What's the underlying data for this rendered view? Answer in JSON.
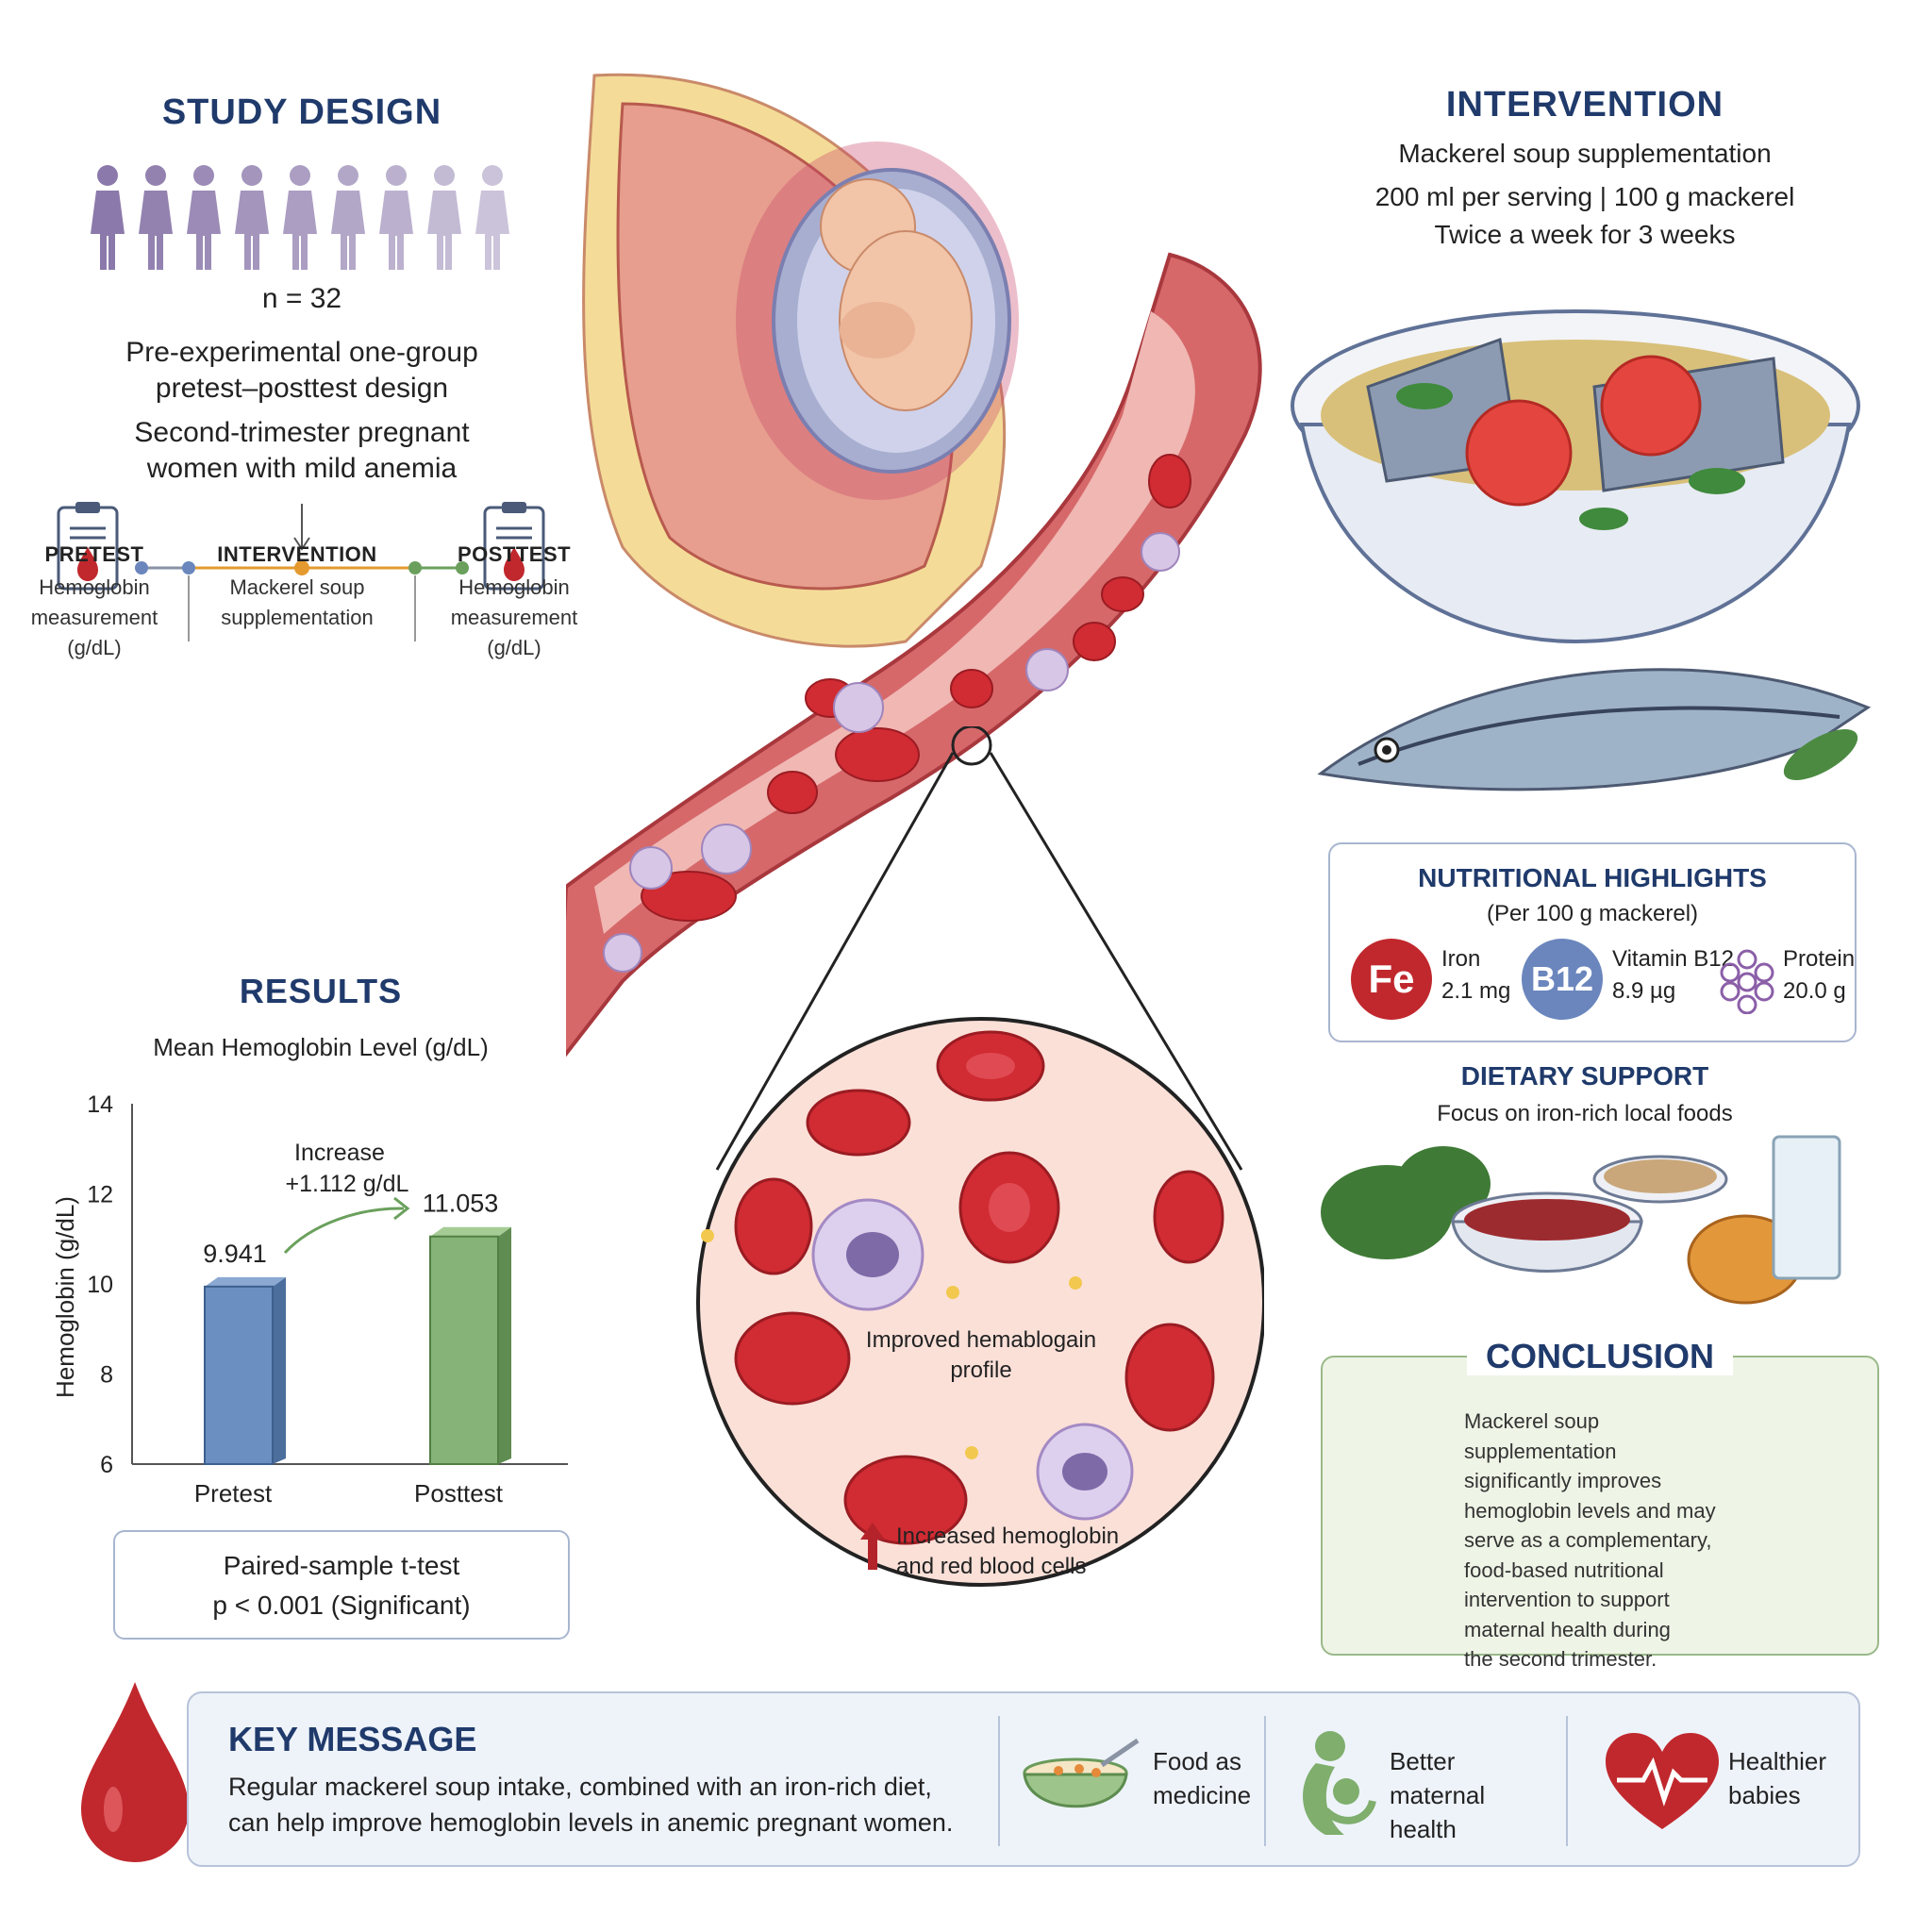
{
  "study_design": {
    "title": "STUDY DESIGN",
    "n": "n = 32",
    "design_line1": "Pre-experimental one-group",
    "design_line2": "pretest–posttest design",
    "population_line1": "Second-trimester pregnant",
    "population_line2": "women with mild anemia",
    "stages": [
      {
        "label": "PRETEST",
        "line1": "Hemoglobin",
        "line2": "measurement",
        "line3": "(g/dL)"
      },
      {
        "label": "INTERVENTION",
        "line1": "Mackerel soup",
        "line2": "supplementation"
      },
      {
        "label": "POSTTEST",
        "line1": "Hemoglobin",
        "line2": "measurement",
        "line3": "(g/dL)"
      }
    ]
  },
  "intervention": {
    "title": "INTERVENTION",
    "line1": "Mackerel soup supplementation",
    "line2": "200 ml per serving | 100 g mackerel",
    "line3": "Twice a week for 3 weeks"
  },
  "nutritional": {
    "title": "NUTRITIONAL HIGHLIGHTS",
    "subtitle": "(Per 100 g mackerel)",
    "items": [
      {
        "badge": "Fe",
        "name": "Iron",
        "value": "2.1 mg",
        "color": "#c0282d"
      },
      {
        "badge": "B12",
        "name": "Vitamin B12",
        "value": "8.9 µg",
        "color": "#6b86bd"
      },
      {
        "badge": "",
        "name": "Protein",
        "value": "20.0 g",
        "color": "#8b5fa8"
      }
    ]
  },
  "dietary": {
    "title": "DIETARY SUPPORT",
    "subtitle": "Focus on iron-rich local foods"
  },
  "conclusion": {
    "title": "CONCLUSION",
    "lines": [
      "Mackerel soup supplementation",
      "significantly improves",
      "hemoglobin levels and may",
      "serve as a complementary,",
      "food-based nutritional",
      "intervention to support",
      "maternal health during",
      "the second trimester."
    ]
  },
  "results": {
    "title": "RESULTS",
    "subtitle": "Mean Hemoglobin Level (g/dL)",
    "ttest_line1": "Paired-sample t-test",
    "ttest_line2": "p < 0.001 (Significant)"
  },
  "chart_data": {
    "type": "bar",
    "categories": [
      "Pretest",
      "Posttest"
    ],
    "values": [
      9.941,
      11.053
    ],
    "value_labels": [
      "9.941",
      "11.053"
    ],
    "ylabel": "Hemoglobin (g/dL)",
    "ylim": [
      6,
      14
    ],
    "yticks": [
      6,
      8,
      10,
      12,
      14
    ],
    "annotation_line1": "Increase",
    "annotation_line2": "+1.112 g/dL",
    "colors": [
      "#6a8fc0",
      "#86b377"
    ],
    "grid": false
  },
  "magnifier": {
    "line1": "Improved hemablogain",
    "line2": "profile",
    "bottom_line1": "Increased hemoglobin",
    "bottom_line2": "and red blood cells"
  },
  "key_message": {
    "title": "KEY MESSAGE",
    "line1": "Regular mackerel soup intake, combined with an iron-rich diet,",
    "line2": "can help improve hemoglobin levels in anemic pregnant women.",
    "items": [
      {
        "line1": "Food as",
        "line2": "medicine",
        "icon": "soup-bowl-icon"
      },
      {
        "line1": "Better maternal",
        "line2": "health",
        "icon": "mother-child-icon"
      },
      {
        "line1": "Healthier",
        "line2": "babies",
        "icon": "heart-pulse-icon"
      }
    ]
  },
  "colors": {
    "navy": "#1f3a6b",
    "blood_red": "#c0282d",
    "green": "#86b377",
    "purple": "#8b79ab"
  }
}
